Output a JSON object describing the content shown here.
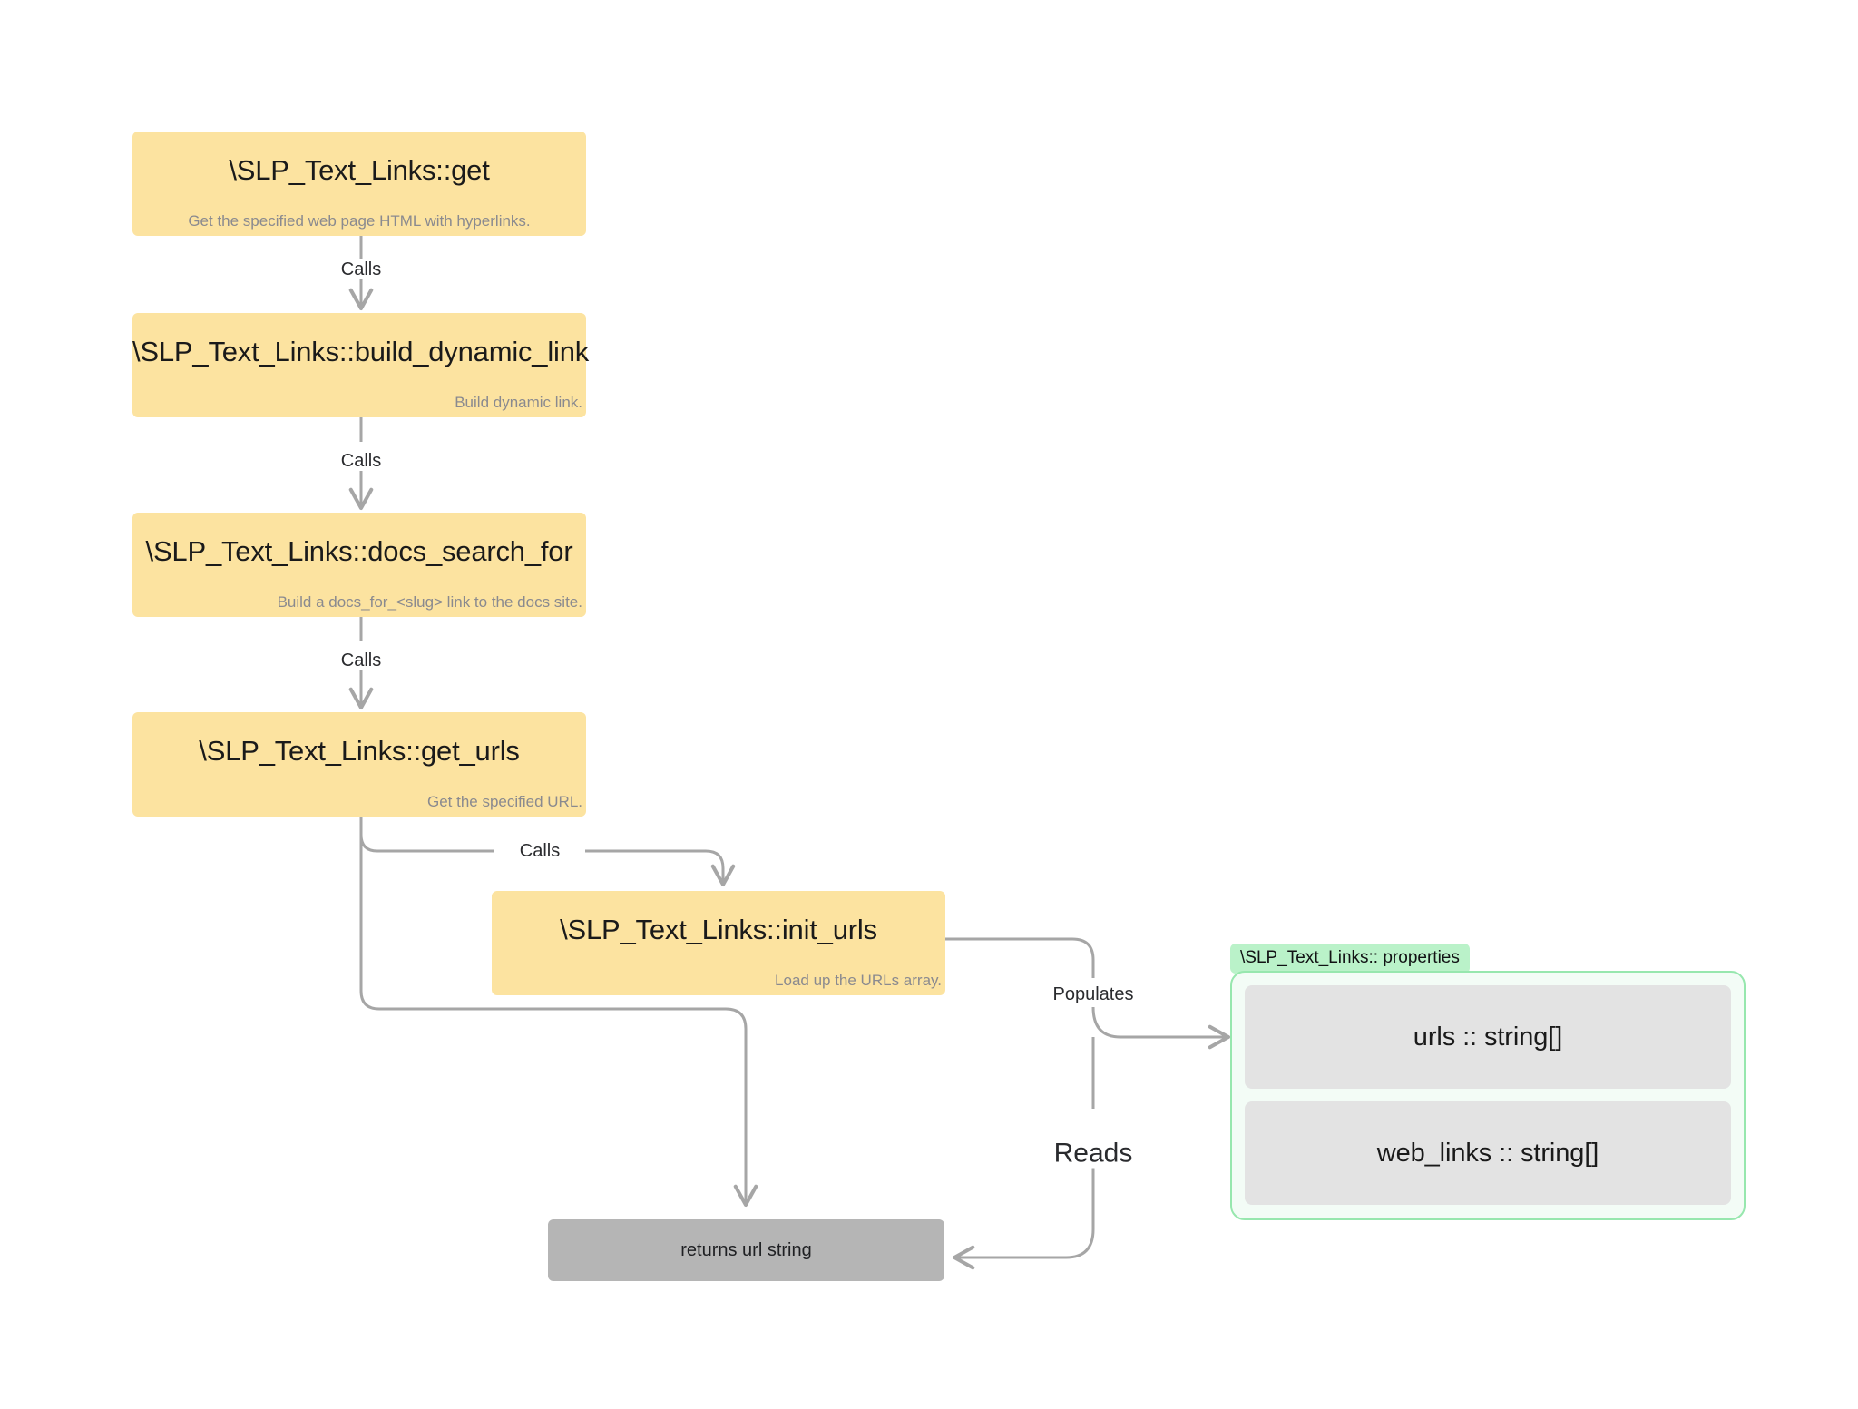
{
  "diagram": {
    "type": "call-graph",
    "background": "#ffffff",
    "colors": {
      "method_fill": "#FCE3A0",
      "return_fill": "#B5B5B5",
      "property_fill": "#E3E3E3",
      "group_badge_fill": "#BAF2C9",
      "group_panel_fill": "#F3FCF6",
      "group_panel_border": "#97E7AE",
      "edge_stroke": "#A6A6A6",
      "title_text": "#1a1a1a",
      "desc_text": "#8a8a8f"
    },
    "nodes": [
      {
        "id": "get",
        "title": "\\SLP_Text_Links::get",
        "desc": "Get the specified web page HTML with  hyperlinks."
      },
      {
        "id": "build_dynamic_link",
        "title": "\\SLP_Text_Links::build_dynamic_link",
        "desc": "Build dynamic link."
      },
      {
        "id": "docs_search_for",
        "title": "\\SLP_Text_Links::docs_search_for",
        "desc": "Build a docs_for_<slug> link to the docs site."
      },
      {
        "id": "get_urls",
        "title": "\\SLP_Text_Links::get_urls",
        "desc": "Get the specified URL."
      },
      {
        "id": "init_urls",
        "title": "\\SLP_Text_Links::init_urls",
        "desc": "Load up the URLs array."
      }
    ],
    "return_node": {
      "id": "returns_url_string",
      "label": "returns url string"
    },
    "properties_group": {
      "badge": "\\SLP_Text_Links:: properties",
      "items": [
        {
          "id": "urls",
          "label": "urls :: string[]"
        },
        {
          "id": "web_links",
          "label": "web_links :: string[]"
        }
      ]
    },
    "edges": [
      {
        "id": "get-to-build",
        "from": "get",
        "to": "build_dynamic_link",
        "label": "Calls"
      },
      {
        "id": "build-to-docs",
        "from": "build_dynamic_link",
        "to": "docs_search_for",
        "label": "Calls"
      },
      {
        "id": "docs-to-geturls",
        "from": "docs_search_for",
        "to": "get_urls",
        "label": "Calls"
      },
      {
        "id": "geturls-to-initurls",
        "from": "get_urls",
        "to": "init_urls",
        "label": "Calls"
      },
      {
        "id": "geturls-to-return",
        "from": "get_urls",
        "to": "returns_url_string",
        "label": ""
      },
      {
        "id": "initurls-to-urls",
        "from": "init_urls",
        "to": "urls",
        "label": "Populates"
      },
      {
        "id": "props-to-return",
        "from": "urls",
        "to": "returns_url_string",
        "label": "Reads"
      }
    ]
  }
}
